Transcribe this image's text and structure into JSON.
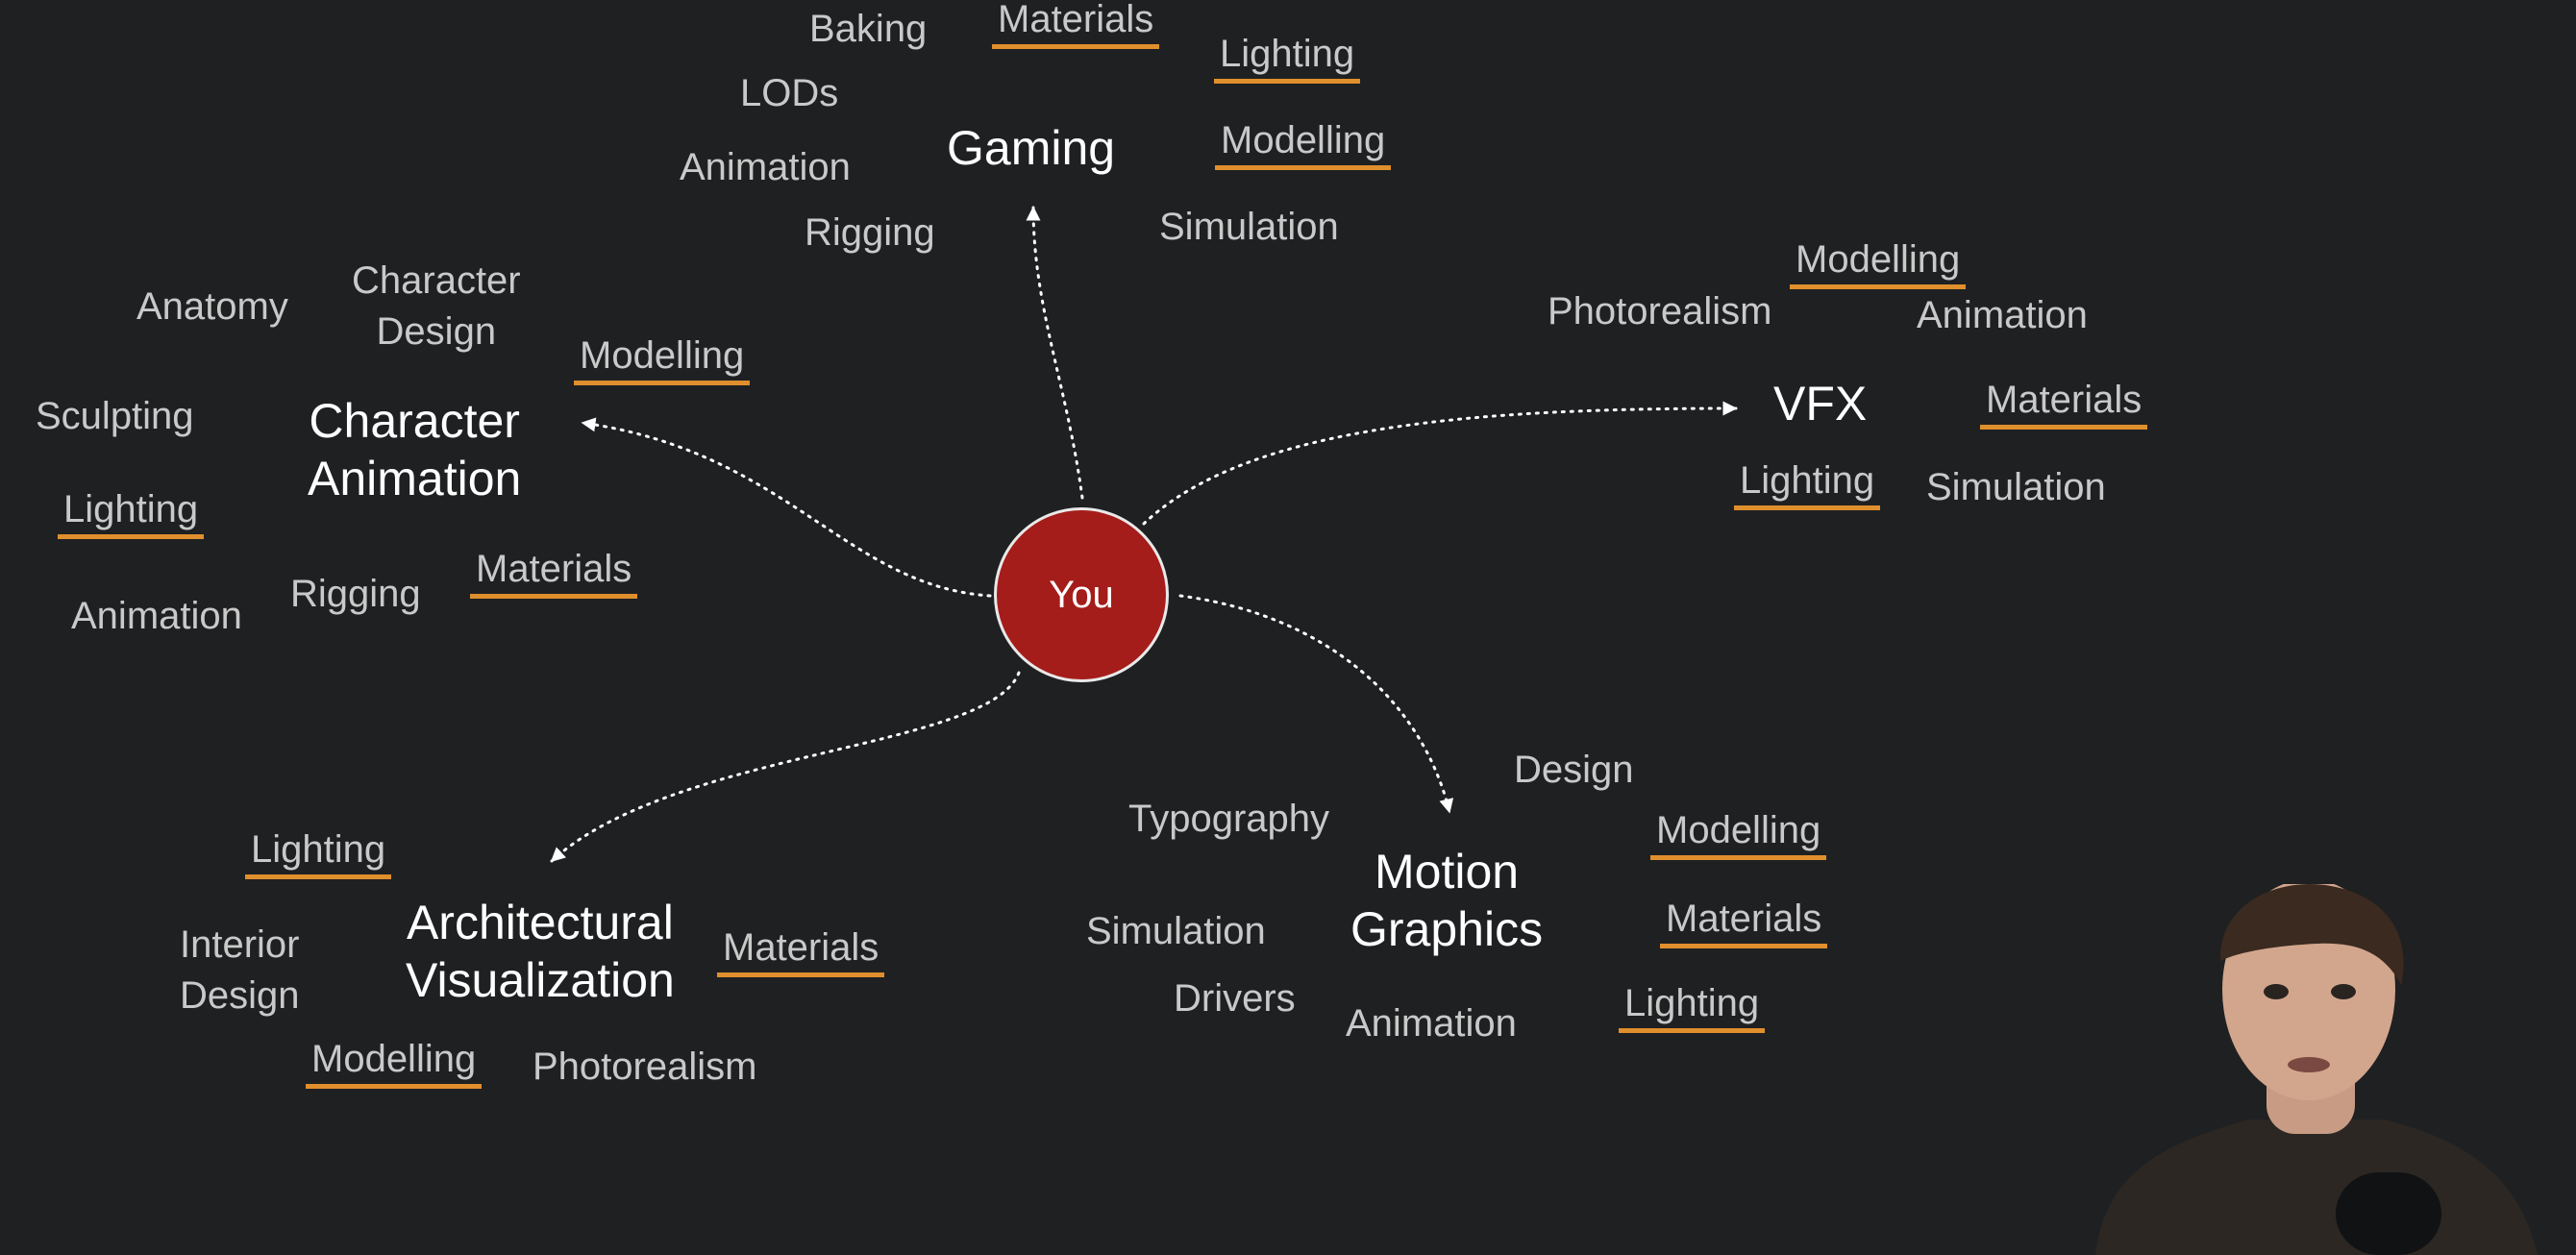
{
  "hub": {
    "label": "You",
    "fill": "#a41d1a"
  },
  "accent_underline": "#e08f2d",
  "categories": {
    "gaming": "Gaming",
    "character_animation": "Character\nAnimation",
    "vfx": "VFX",
    "arch_viz": "Architectural\nVisualization",
    "motion_graphics": "Motion\nGraphics"
  },
  "gaming": {
    "baking": "Baking",
    "materials": "Materials",
    "lighting": "Lighting",
    "lods": "LODs",
    "modelling": "Modelling",
    "animation": "Animation",
    "rigging": "Rigging",
    "simulation": "Simulation"
  },
  "character_animation": {
    "anatomy": "Anatomy",
    "character_design": "Character\nDesign",
    "modelling": "Modelling",
    "sculpting": "Sculpting",
    "lighting": "Lighting",
    "animation": "Animation",
    "rigging": "Rigging",
    "materials": "Materials"
  },
  "vfx": {
    "modelling": "Modelling",
    "photorealism": "Photorealism",
    "animation": "Animation",
    "materials": "Materials",
    "lighting": "Lighting",
    "simulation": "Simulation"
  },
  "arch_viz": {
    "lighting": "Lighting",
    "interior_design": "Interior\nDesign",
    "materials": "Materials",
    "modelling": "Modelling",
    "photorealism": "Photorealism"
  },
  "motion_graphics": {
    "design": "Design",
    "typography": "Typography",
    "modelling": "Modelling",
    "simulation": "Simulation",
    "materials": "Materials",
    "drivers": "Drivers",
    "animation": "Animation",
    "lighting": "Lighting"
  }
}
